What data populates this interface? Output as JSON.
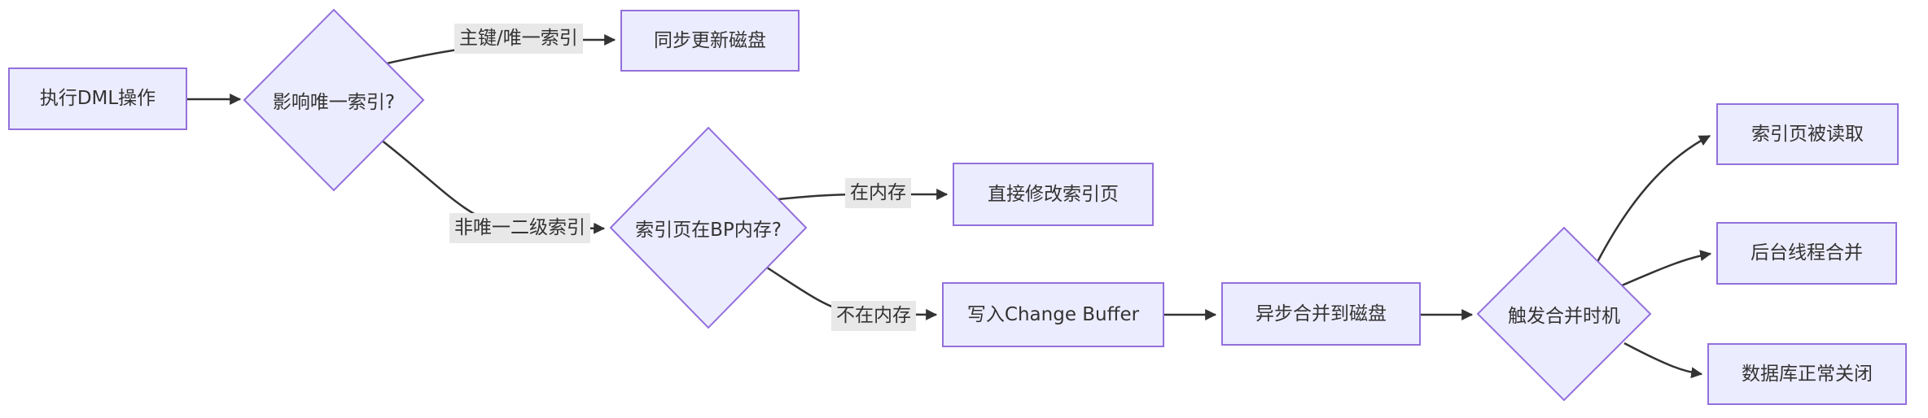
{
  "diagram": {
    "nodes": {
      "exec_dml": "执行DML操作",
      "unique_index_q": "影响唯一索引?",
      "sync_update_disk": "同步更新磁盘",
      "page_in_bp_q": "索引页在BP内存?",
      "modify_index_page": "直接修改索引页",
      "write_change_buffer": "写入Change Buffer",
      "async_merge_disk": "异步合并到磁盘",
      "merge_trigger_q": "触发合并时机",
      "index_page_read": "索引页被读取",
      "bg_thread_merge": "后台线程合并",
      "db_shutdown": "数据库正常关闭"
    },
    "edge_labels": {
      "primary_unique": "主键/唯一索引",
      "non_unique_secondary": "非唯一二级索引",
      "in_memory": "在内存",
      "not_in_memory": "不在内存"
    },
    "colors": {
      "node_fill": "#ECECFF",
      "node_border": "#9370DB",
      "edge_line": "#333333",
      "edge_label_bg": "#E8E8E8",
      "text": "#333333",
      "background": "#FFFFFF"
    }
  }
}
